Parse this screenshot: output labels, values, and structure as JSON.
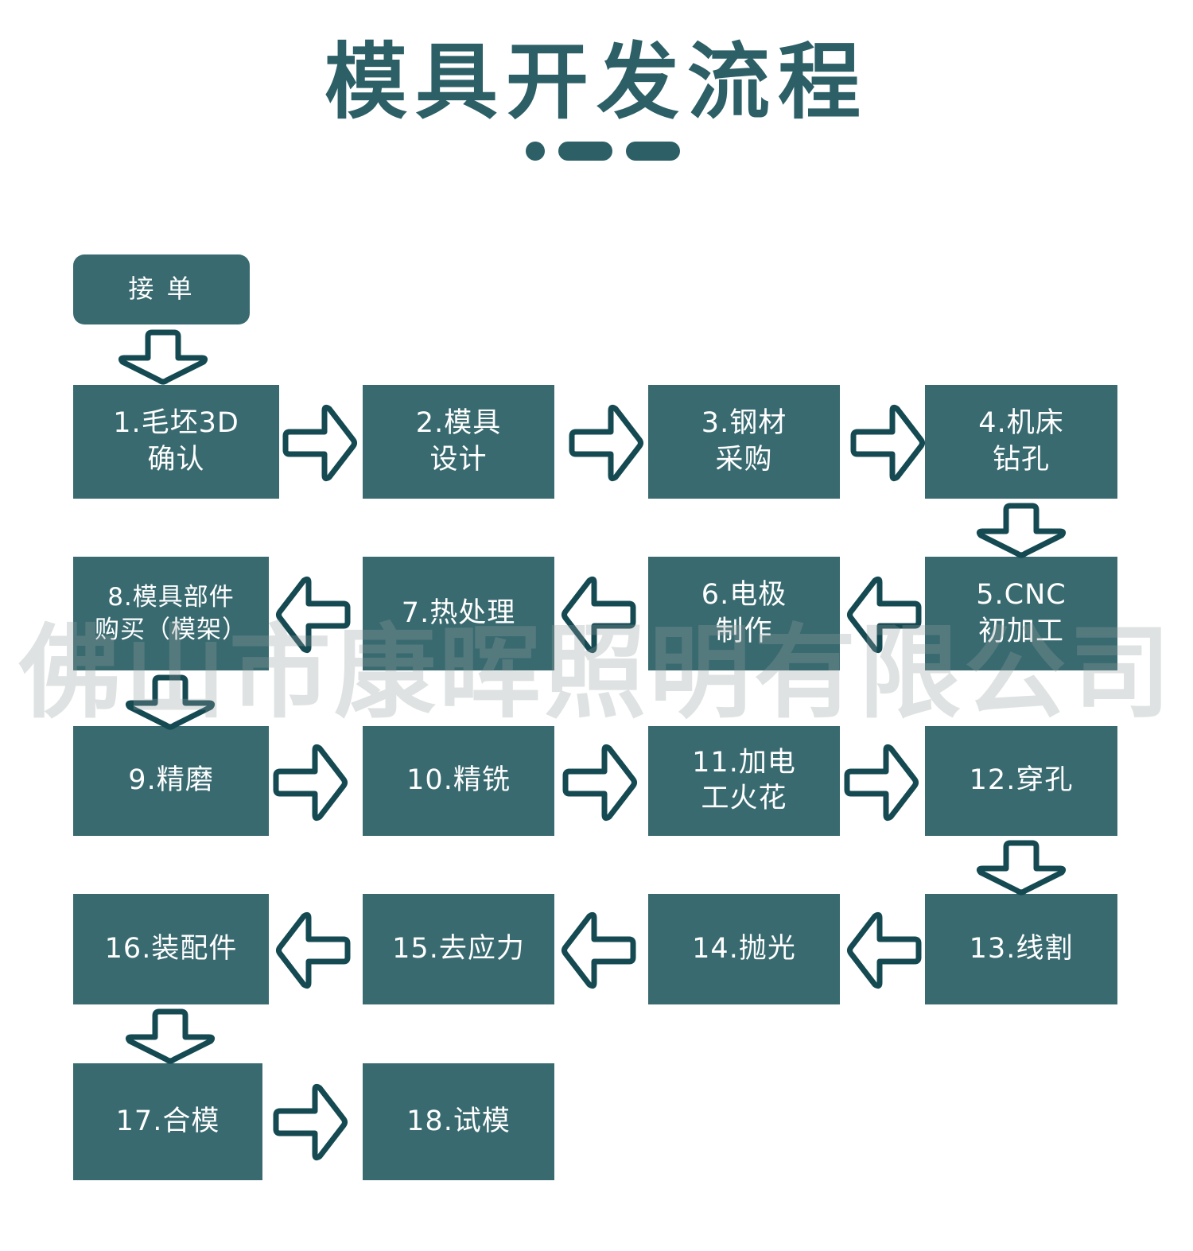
{
  "page": {
    "title": "模具开发流程",
    "watermark": "佛山市康晖照明有限公司",
    "background_color": "#ffffff",
    "accent_color": "#2c5f66",
    "node_fill_color": "#386a70",
    "node_text_color": "#ffffff",
    "arrow_fill_color": "#ffffff",
    "arrow_stroke_color": "#154a52"
  },
  "title_decoration": {
    "items": [
      "dot",
      "dash",
      "dash"
    ]
  },
  "flowchart": {
    "type": "process-flow",
    "start": {
      "id": "start",
      "label": "接 单",
      "shape": "rounded-rect"
    },
    "rows": [
      {
        "index": 1,
        "direction": "left-to-right",
        "nodes": [
          {
            "id": "n1",
            "number": "1",
            "label": "1.毛坯3D\n确认"
          },
          {
            "id": "n2",
            "number": "2",
            "label": "2.模具\n设计"
          },
          {
            "id": "n3",
            "number": "3",
            "label": "3.钢材\n采购"
          },
          {
            "id": "n4",
            "number": "4",
            "label": "4.机床\n钻孔"
          }
        ]
      },
      {
        "index": 2,
        "direction": "right-to-left",
        "nodes": [
          {
            "id": "n8",
            "number": "8",
            "label": "8.模具部件\n购买（模架）"
          },
          {
            "id": "n7",
            "number": "7",
            "label": "7.热处理"
          },
          {
            "id": "n6",
            "number": "6",
            "label": "6.电极\n制作"
          },
          {
            "id": "n5",
            "number": "5",
            "label": "5.CNC\n初加工"
          }
        ]
      },
      {
        "index": 3,
        "direction": "left-to-right",
        "nodes": [
          {
            "id": "n9",
            "number": "9",
            "label": "9.精磨"
          },
          {
            "id": "n10",
            "number": "10",
            "label": "10.精铣"
          },
          {
            "id": "n11",
            "number": "11",
            "label": "11.加电\n工火花"
          },
          {
            "id": "n12",
            "number": "12",
            "label": "12.穿孔"
          }
        ]
      },
      {
        "index": 4,
        "direction": "right-to-left",
        "nodes": [
          {
            "id": "n16",
            "number": "16",
            "label": "16.装配件"
          },
          {
            "id": "n15",
            "number": "15",
            "label": "15.去应力"
          },
          {
            "id": "n14",
            "number": "14",
            "label": "14.抛光"
          },
          {
            "id": "n13",
            "number": "13",
            "label": "13.线割"
          }
        ]
      },
      {
        "index": 5,
        "direction": "left-to-right",
        "nodes": [
          {
            "id": "n17",
            "number": "17",
            "label": "17.合模"
          },
          {
            "id": "n18",
            "number": "18",
            "label": "18.试模"
          }
        ]
      }
    ],
    "connectors": [
      {
        "from": "start",
        "to": "n1",
        "direction": "down"
      },
      {
        "from": "n1",
        "to": "n2",
        "direction": "right"
      },
      {
        "from": "n2",
        "to": "n3",
        "direction": "right"
      },
      {
        "from": "n3",
        "to": "n4",
        "direction": "right"
      },
      {
        "from": "n4",
        "to": "n5",
        "direction": "down"
      },
      {
        "from": "n5",
        "to": "n6",
        "direction": "left"
      },
      {
        "from": "n6",
        "to": "n7",
        "direction": "left"
      },
      {
        "from": "n7",
        "to": "n8",
        "direction": "left"
      },
      {
        "from": "n8",
        "to": "n9",
        "direction": "down"
      },
      {
        "from": "n9",
        "to": "n10",
        "direction": "right"
      },
      {
        "from": "n10",
        "to": "n11",
        "direction": "right"
      },
      {
        "from": "n11",
        "to": "n12",
        "direction": "right"
      },
      {
        "from": "n12",
        "to": "n13",
        "direction": "down"
      },
      {
        "from": "n13",
        "to": "n14",
        "direction": "left"
      },
      {
        "from": "n14",
        "to": "n15",
        "direction": "left"
      },
      {
        "from": "n15",
        "to": "n16",
        "direction": "left"
      },
      {
        "from": "n16",
        "to": "n17",
        "direction": "down"
      },
      {
        "from": "n17",
        "to": "n18",
        "direction": "right"
      }
    ]
  }
}
